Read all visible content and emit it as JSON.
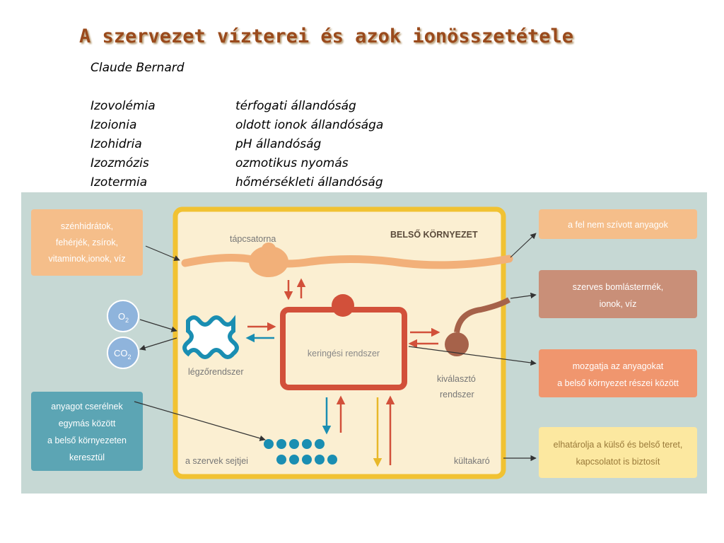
{
  "title": "A szervezet vízterei és azok ionösszetétele",
  "author": "Claude Bernard",
  "definitions": [
    {
      "term": "Izovolémia",
      "desc": "térfogati állandóság"
    },
    {
      "term": "Izoionia",
      "desc": "oldott ionok állandósága"
    },
    {
      "term": "Izohidria",
      "desc": "pH állandóság"
    },
    {
      "term": "Izozmózis",
      "desc": "ozmotikus nyomás"
    },
    {
      "term": "Izotermia",
      "desc": "hőmérsékleti állandóság"
    }
  ],
  "diagram": {
    "heading": "BELSŐ KÖRNYEZET",
    "labels": {
      "gut": "tápcsatorna",
      "resp": "légzőrendszer",
      "circ": "keringési rendszer",
      "excr1": "kiválasztó",
      "excr2": "rendszer",
      "cells": "a szervek sejtjei",
      "skin": "kültakaró",
      "o2": "O",
      "o2sub": "2",
      "co2": "CO",
      "co2sub": "2"
    },
    "boxes": {
      "food": [
        "szénhidrátok,",
        "fehérjék, zsírok,",
        "vitaminok,ionok, víz"
      ],
      "unabsorbed": [
        "a fel nem szívott anyagok"
      ],
      "waste": [
        "szerves bomlástermék,",
        "ionok, víz"
      ],
      "circ_desc": [
        "mozgatja az anyagokat",
        "a belső környezet részei között"
      ],
      "skin_desc": [
        "elhatárolja a külső és belső teret,",
        "kapcsolatot is biztosít"
      ],
      "exchange": [
        "anyagot cserélnek",
        "egymás között",
        "a belső környezeten",
        "keresztül"
      ]
    },
    "colors": {
      "bg": "#c6d8d4",
      "inner": "#fbefd2",
      "border": "#f1c232",
      "orange": "#f5be8a",
      "brown": "#c98f78",
      "teal": "#5ca5b4",
      "yellowbox": "#fce8a0",
      "blue": "#1a8eb2"
    }
  }
}
